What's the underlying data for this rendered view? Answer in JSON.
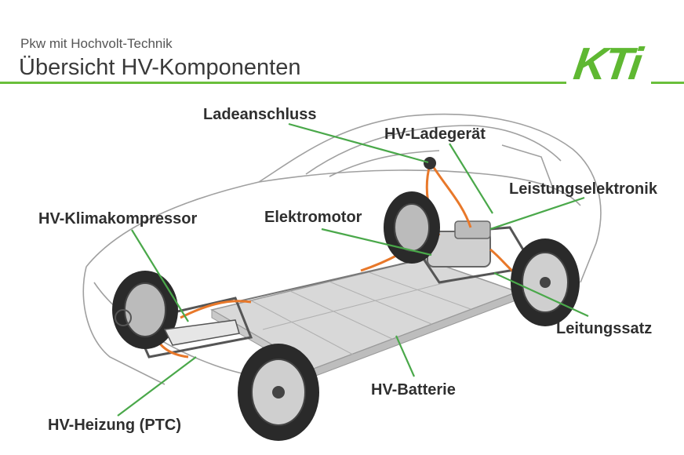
{
  "header": {
    "subtitle": "Pkw mit Hochvolt-Technik",
    "title": "Übersicht HV-Komponenten",
    "logo_text": "KTi",
    "accent_color": "#6abf3b"
  },
  "labels": {
    "ladeanschluss": "Ladeanschluss",
    "hv_ladegeraet": "HV-Ladegerät",
    "leistungselektronik": "Leistungselektronik",
    "hv_klimakompressor": "HV-Klimakompressor",
    "elektromotor": "Elektromotor",
    "leitungssatz": "Leitungssatz",
    "hv_batterie": "HV-Batterie",
    "hv_heizung": "HV-Heizung (PTC)"
  },
  "colors": {
    "leader_line": "#4aa84a",
    "hv_cable": "#e8782a",
    "car_outline": "#9a9a9a"
  }
}
